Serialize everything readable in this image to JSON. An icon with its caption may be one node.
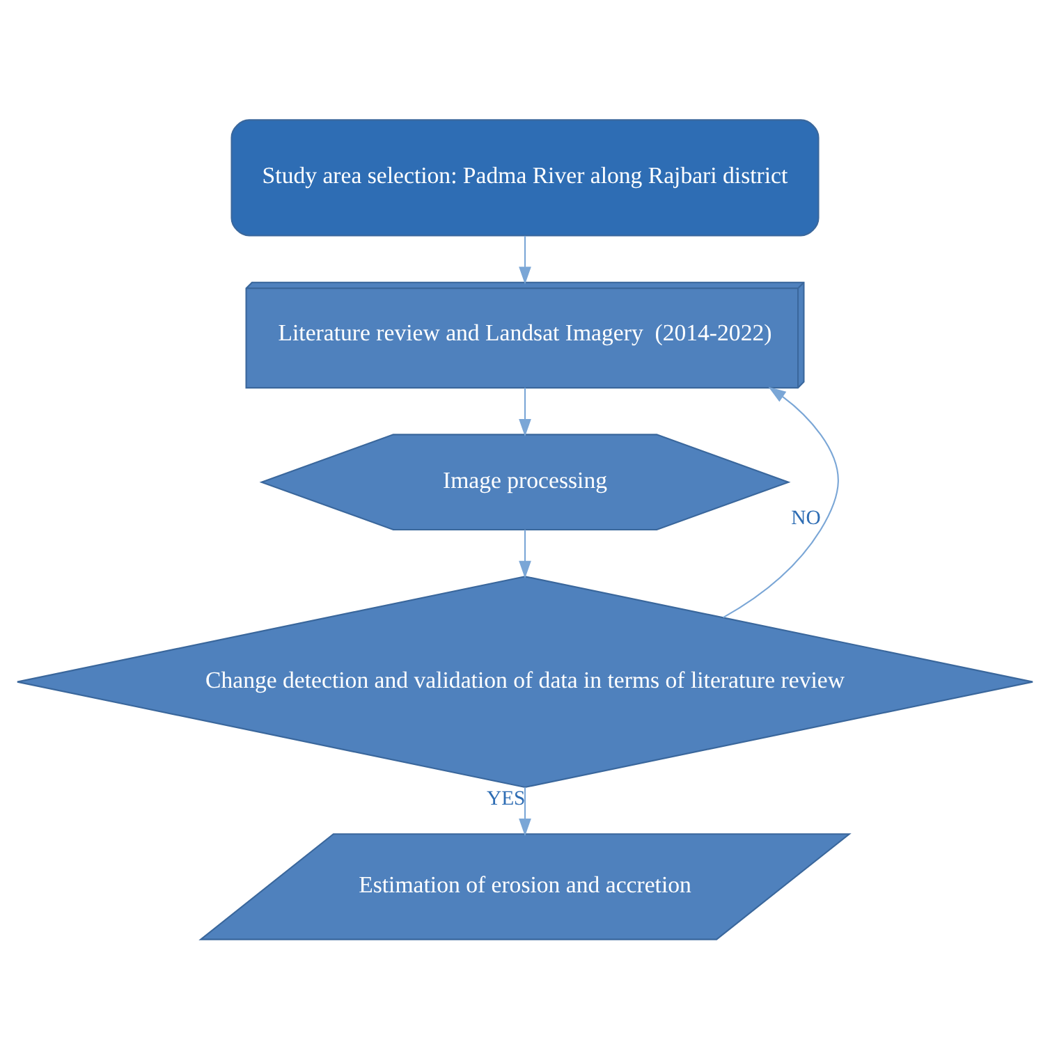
{
  "diagram": {
    "nodes": [
      {
        "text": [
          "Study area selection: Padma River along Rajbari district"
        ]
      },
      {
        "text": [
          "Literature review and Landsat Imagery  (2014-2022)"
        ]
      },
      {
        "text": [
          "Image processing"
        ]
      },
      {
        "text": [
          "Change detection and validation of data in terms of literature review"
        ]
      },
      {
        "text": [
          "Estimation of erosion and accretion"
        ]
      }
    ],
    "edges": [
      {
        "from": 0,
        "to": 1,
        "arrow": "to"
      },
      {
        "from": 1,
        "to": 2,
        "arrow": "to"
      },
      {
        "from": 2,
        "to": 3,
        "arrow": "to"
      },
      {
        "from": 3,
        "to": 1,
        "arrow": "to",
        "label": "NO"
      },
      {
        "from": 3,
        "to": 4,
        "arrow": "to",
        "label": "YES"
      }
    ]
  }
}
